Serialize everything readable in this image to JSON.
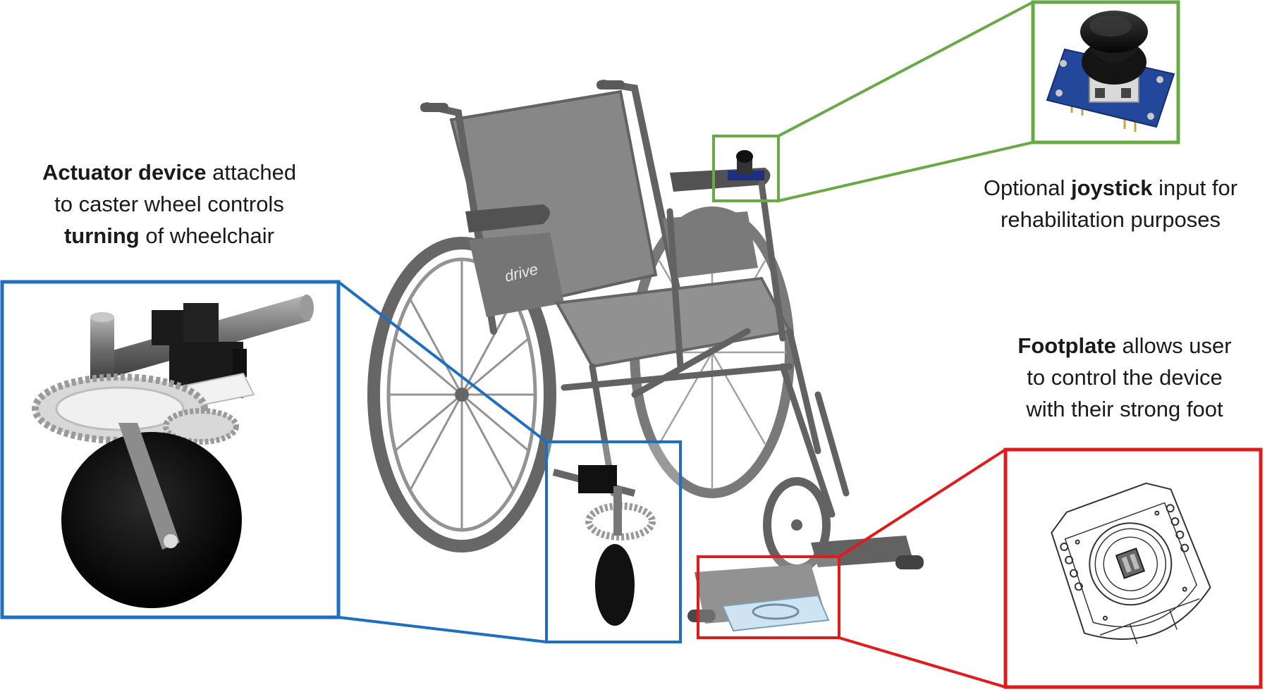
{
  "colors": {
    "blue": "#1f6fc1",
    "green": "#6aaa46",
    "red": "#e01b1b",
    "chair_gray": "#7a7a7a",
    "chair_dark": "#4d4d4d"
  },
  "chair_logo": "drive",
  "captions": {
    "actuator": {
      "bold1": "Actuator device",
      "text1": " attached",
      "line2": "to caster wheel controls",
      "bold2": "turning",
      "text3": " of wheelchair"
    },
    "joystick": {
      "text1": "Optional ",
      "bold1": "joystick",
      "text2": " input for",
      "line2": "rehabilitation purposes"
    },
    "footplate": {
      "bold1": "Footplate",
      "text1": " allows user",
      "line2": "to control the device",
      "line3": "with their strong foot"
    }
  },
  "icons": {
    "wheelchair": "wheelchair-illustration",
    "actuator": "caster-actuator-render",
    "joystick": "joystick-module-photo",
    "footplate": "footplate-drawing"
  }
}
